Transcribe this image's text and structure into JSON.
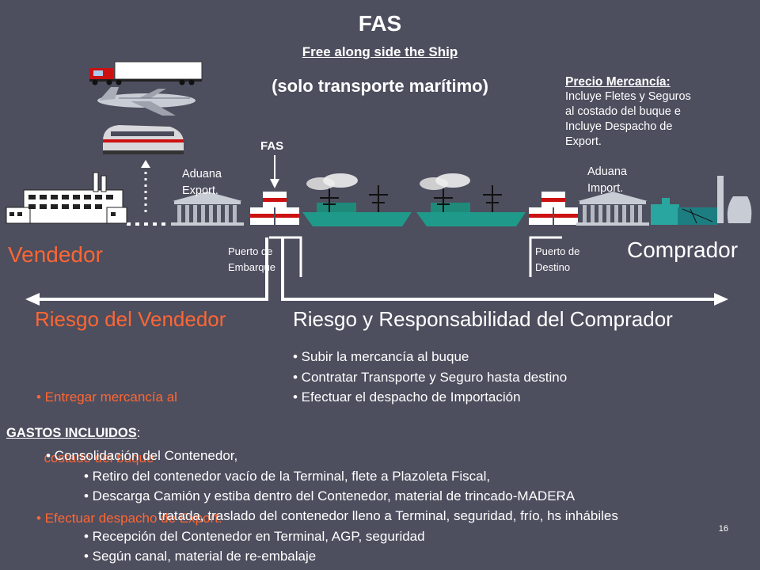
{
  "header": {
    "title": "FAS",
    "subtitle": "Free along side the Ship",
    "subtitle2": "(solo transporte  marítimo)"
  },
  "precio": {
    "heading": "Precio Mercancía:",
    "lines": [
      "Incluye Fletes y  Seguros",
      "al costado del buque e",
      "Incluye Despacho de",
      "Export."
    ]
  },
  "diagram": {
    "fas_marker": "FAS",
    "aduana_export": [
      "Aduana",
      "Export."
    ],
    "aduana_import": [
      "Aduana",
      "Import."
    ],
    "puerto_embarque": [
      "Puerto de",
      "Embarque"
    ],
    "puerto_destino": [
      "Puerto de",
      "Destino"
    ],
    "vendedor": "Vendedor",
    "comprador": "Comprador"
  },
  "risk": {
    "seller_title": "Riesgo del Vendedor",
    "buyer_title": "Riesgo y Responsabilidad del Comprador",
    "seller_items": [
      "• Entregar mercancía al",
      "  costado del buque",
      "• Efectuar despacho de Export."
    ],
    "buyer_items": [
      "• Subir la mercancía al buque",
      "• Contratar Transporte y Seguro hasta destino",
      "• Efectuar el despacho de Importación"
    ]
  },
  "gastos": {
    "heading": "GASTOS INCLUIDOS",
    "colon": ":",
    "items": [
      "• Consolidación del Contenedor,",
      "• Retiro del contenedor vacío de la Terminal, flete a Plazoleta Fiscal,",
      "• Descarga Camión y estiba dentro del Contenedor, material de trincado-MADERA",
      "tratada, traslado del contenedor lleno a Terminal, seguridad, frío, hs inhábiles",
      "• Recepción del Contenedor en Terminal, AGP, seguridad",
      "• Según canal, material de re-embalaje"
    ]
  },
  "page_number": "16",
  "colors": {
    "background": "#4d4e5e",
    "accent": "#ff6633",
    "text": "#ffffff"
  }
}
